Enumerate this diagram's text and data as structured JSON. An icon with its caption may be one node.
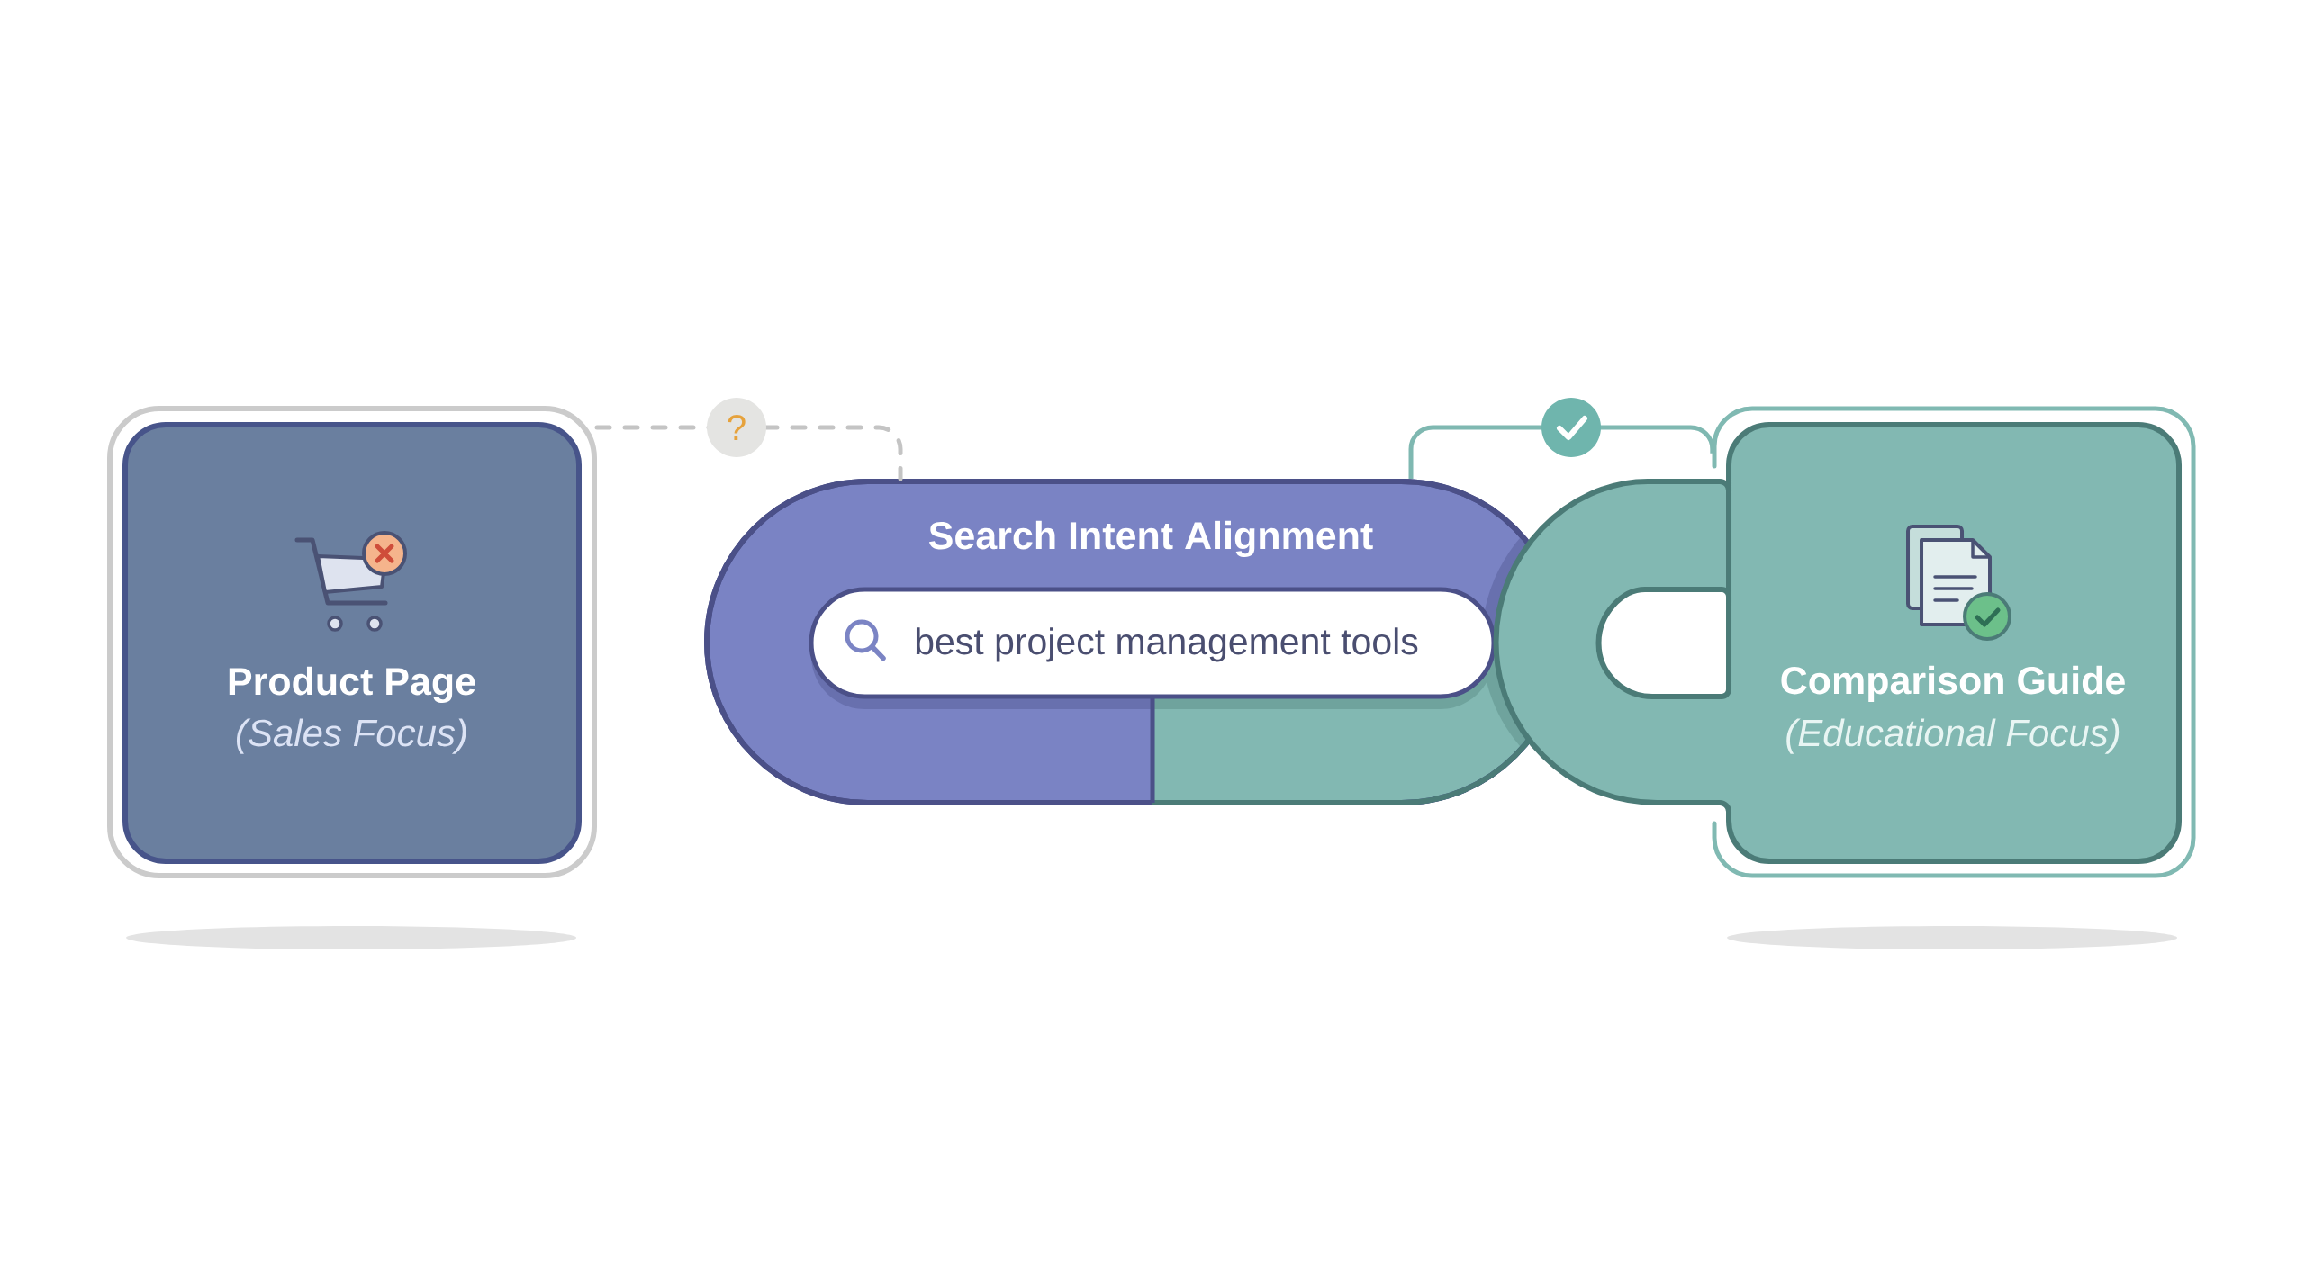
{
  "diagram": {
    "nodes": [
      {
        "text": [
          "Product Page",
          "(Sales Focus)"
        ]
      },
      {
        "text": [
          "Search Intent Alignment"
        ]
      },
      {
        "text": [
          "best project management tools"
        ],
        "in": 1
      },
      {
        "text": [
          "Comparison Guide",
          "(Educational Focus)"
        ]
      }
    ],
    "edges": [
      {
        "from": 0,
        "to": 1,
        "arrow": "none",
        "label": "?",
        "style": "dashed",
        "color": "#c4c4c4"
      },
      {
        "from": 1,
        "to": 3,
        "arrow": "none",
        "color": "#7fb8b1"
      }
    ]
  }
}
